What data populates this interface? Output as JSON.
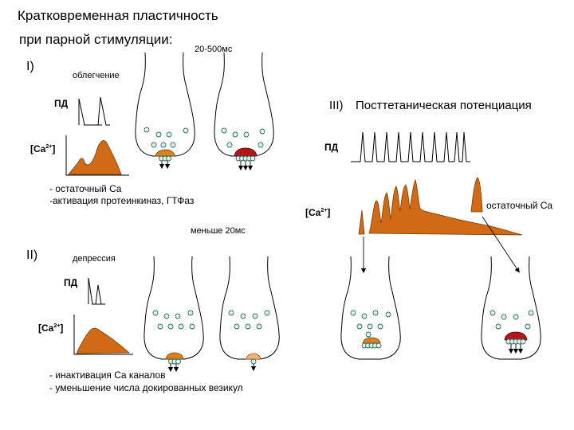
{
  "title": {
    "line1": "Кратковременная пластичность",
    "line2": "при парной стимуляции:"
  },
  "section1": {
    "numeral": "I)",
    "name": "облегчение",
    "interval": "20-500мс",
    "ap_label": "ПД",
    "ca_label": "[Ca",
    "ca_sup": "2+",
    "ca_close": "]",
    "notes": [
      "- остаточный Ca",
      "-активация протеинкиназ, ГТФаз"
    ]
  },
  "section2": {
    "numeral": "II)",
    "name": "депрессия",
    "interval": "меньше 20мс",
    "ap_label": "ПД",
    "ca_label": "[Ca",
    "ca_sup": "2+",
    "ca_close": "]",
    "notes": [
      "- инактивация Ca каналов",
      "- уменьшение числа докированных везикул"
    ]
  },
  "section3": {
    "numeral": "III)",
    "name": "Посттетаническая потенциация",
    "ap_label": "ПД",
    "ca_label": "[Ca",
    "ca_sup": "2+",
    "ca_close": "]",
    "residual": "остаточный Ca"
  },
  "colors": {
    "calcium": "#d06a17",
    "release_site_high": "#b3161a",
    "release_site_normal": "#d9801f",
    "release_site_low": "#f3b27a",
    "vesicle": "#dff0ee"
  }
}
